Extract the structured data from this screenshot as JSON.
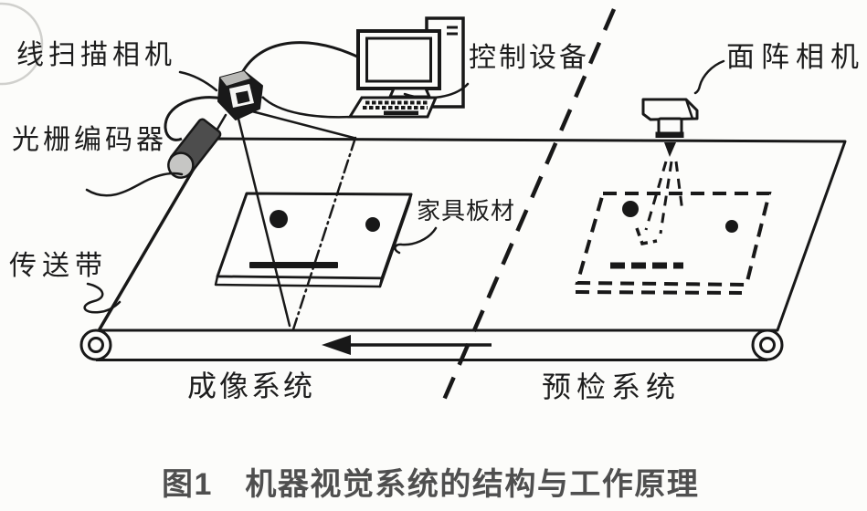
{
  "figure": {
    "caption": "图1　机器视觉系统的结构与工作原理",
    "labels": {
      "line_scan_camera": "线扫描相机",
      "grating_encoder": "光栅编码器",
      "conveyor_belt": "传送带",
      "control_equipment": "控制设备",
      "furniture_board": "家具板材",
      "area_camera": "面阵相机",
      "imaging_system": "成像系统",
      "preinspection_system": "预检系统"
    },
    "colors": {
      "ink": "#181818",
      "background": "#fcfcfa",
      "caption_text": "#4f4f4f",
      "encoder_body": "#4d4d4d",
      "encoder_cap": "#c6c6c4"
    },
    "icons": [
      "line-scan-camera-icon",
      "grating-encoder-icon",
      "control-computer-icon",
      "area-camera-icon",
      "belt-direction-arrow"
    ]
  }
}
